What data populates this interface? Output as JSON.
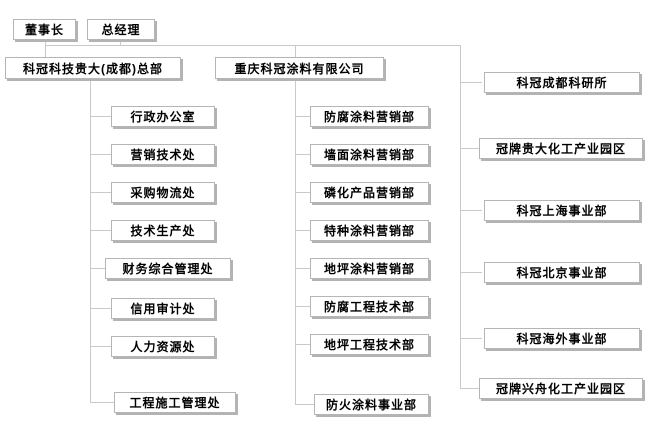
{
  "org": {
    "top": [
      "董事长",
      "总经理"
    ],
    "left_root": "科冠科技贵大(成都)总部",
    "middle_root": "重庆科冠涂料有限公司",
    "left_children": [
      "行政办公室",
      "营销技术处",
      "采购物流处",
      "技术生产处",
      "财务综合管理处",
      "信用审计处",
      "人力资源处",
      "工程施工管理处"
    ],
    "middle_children": [
      "防腐涂料营销部",
      "墙面涂料营销部",
      "磷化产品营销部",
      "特种涂料营销部",
      "地坪涂料营销部",
      "防腐工程技术部",
      "地坪工程技术部",
      "防火涂料事业部"
    ],
    "right_children": [
      "科冠成都科研所",
      "冠牌贵大化工产业园区",
      "科冠上海事业部",
      "科冠北京事业部",
      "科冠海外事业部",
      "冠牌兴舟化工产业园区"
    ]
  },
  "colors": {
    "box_background": "#ffffff",
    "box_border": "#b5b5b5",
    "box_shadow": "#b3b3b3",
    "connector_line": "#c9c9c9",
    "text": "#000000",
    "page_background": "#ffffff"
  }
}
